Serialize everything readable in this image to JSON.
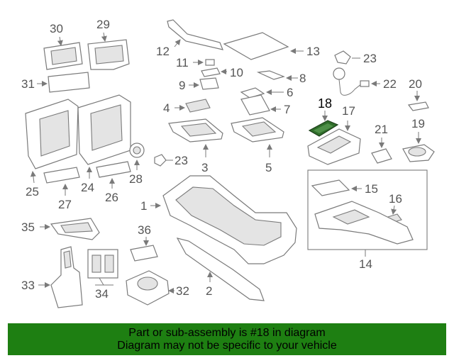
{
  "callouts": {
    "p1": "1",
    "p2": "2",
    "p3": "3",
    "p4": "4",
    "p5": "5",
    "p6": "6",
    "p7": "7",
    "p8": "8",
    "p9": "9",
    "p10": "10",
    "p11": "11",
    "p12": "12",
    "p13": "13",
    "p14": "14",
    "p15": "15",
    "p16": "16",
    "p17": "17",
    "p18": "18",
    "p19": "19",
    "p20": "20",
    "p21": "21",
    "p22": "22",
    "p23a": "23",
    "p23b": "23",
    "p24": "24",
    "p25": "25",
    "p26": "26",
    "p27": "27",
    "p28": "28",
    "p29": "29",
    "p30": "30",
    "p31": "31",
    "p32": "32",
    "p33": "33",
    "p34": "34",
    "p35": "35",
    "p36": "36"
  },
  "highlighted_part": "18",
  "colors": {
    "banner": "#1e7f12",
    "highlight_part": "#2f6d2a",
    "line": "#7a7a7a"
  },
  "footer": {
    "line1": "Part or sub-assembly is #18 in diagram",
    "line2": "Diagram may not be specific to your vehicle"
  }
}
